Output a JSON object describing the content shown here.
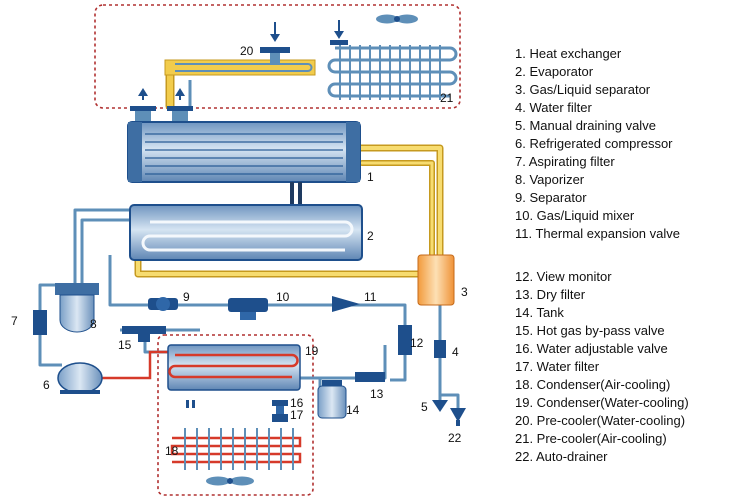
{
  "legend": [
    {
      "no": "1",
      "text": "1. Heat exchanger"
    },
    {
      "no": "2",
      "text": "2. Evaporator"
    },
    {
      "no": "3",
      "text": "3. Gas/Liquid separator"
    },
    {
      "no": "4",
      "text": "4. Water filter"
    },
    {
      "no": "5",
      "text": "5. Manual draining valve"
    },
    {
      "no": "6",
      "text": "6. Refrigerated compressor"
    },
    {
      "no": "7",
      "text": "7. Aspirating filter"
    },
    {
      "no": "8",
      "text": "8. Vaporizer"
    },
    {
      "no": "9",
      "text": "9. Separator"
    },
    {
      "no": "10",
      "text": "10. Gas/Liquid mixer"
    },
    {
      "no": "11",
      "text": "11. Thermal expansion valve"
    },
    {
      "no": "12",
      "text": "12. View monitor"
    },
    {
      "no": "13",
      "text": "13. Dry filter"
    },
    {
      "no": "14",
      "text": "14. Tank"
    },
    {
      "no": "15",
      "text": "15. Hot gas by-pass valve"
    },
    {
      "no": "16",
      "text": "16. Water adjustable valve"
    },
    {
      "no": "17",
      "text": "17. Water filter"
    },
    {
      "no": "18",
      "text": "18. Condenser(Air-cooling)"
    },
    {
      "no": "19",
      "text": "19. Condenser(Water-cooling)"
    },
    {
      "no": "20",
      "text": "20. Pre-cooler(Water-cooling)"
    },
    {
      "no": "21",
      "text": "21. Pre-cooler(Air-cooling)"
    },
    {
      "no": "22",
      "text": "22. Auto-drainer"
    }
  ],
  "component_labels": {
    "c1": "1",
    "c2": "2",
    "c3": "3",
    "c4": "4",
    "c5": "5",
    "c6": "6",
    "c7": "7",
    "c8": "8",
    "c9": "9",
    "c10": "10",
    "c11": "11",
    "c12": "12",
    "c13": "13",
    "c14": "14",
    "c15": "15",
    "c16": "16",
    "c17": "17",
    "c18": "18",
    "c19": "19",
    "c20": "20",
    "c21": "21",
    "c22": "22"
  },
  "colors": {
    "pipe_blue": "#5e8fb8",
    "pipe_yellow": "#f2cc4c",
    "pipe_red": "#d63a2a",
    "component_fill": "#a9c6e1",
    "component_dark": "#1e4f8c",
    "dashed_border": "#b03030"
  }
}
